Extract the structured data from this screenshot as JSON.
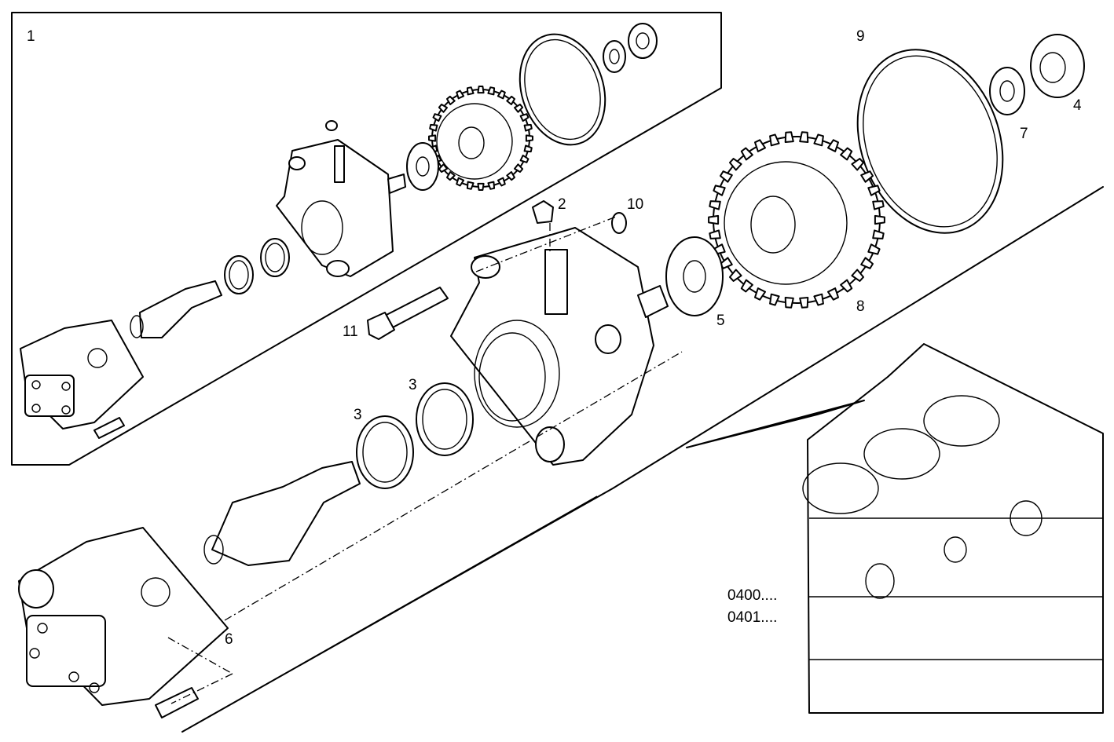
{
  "callouts": {
    "c1": "1",
    "c2": "2",
    "c3a": "3",
    "c3b": "3",
    "c4": "4",
    "c5": "5",
    "c6": "6",
    "c7": "7",
    "c8": "8",
    "c9": "9",
    "c10": "10",
    "c11": "11"
  },
  "references": {
    "ref1": "0400....",
    "ref2": "0401...."
  }
}
